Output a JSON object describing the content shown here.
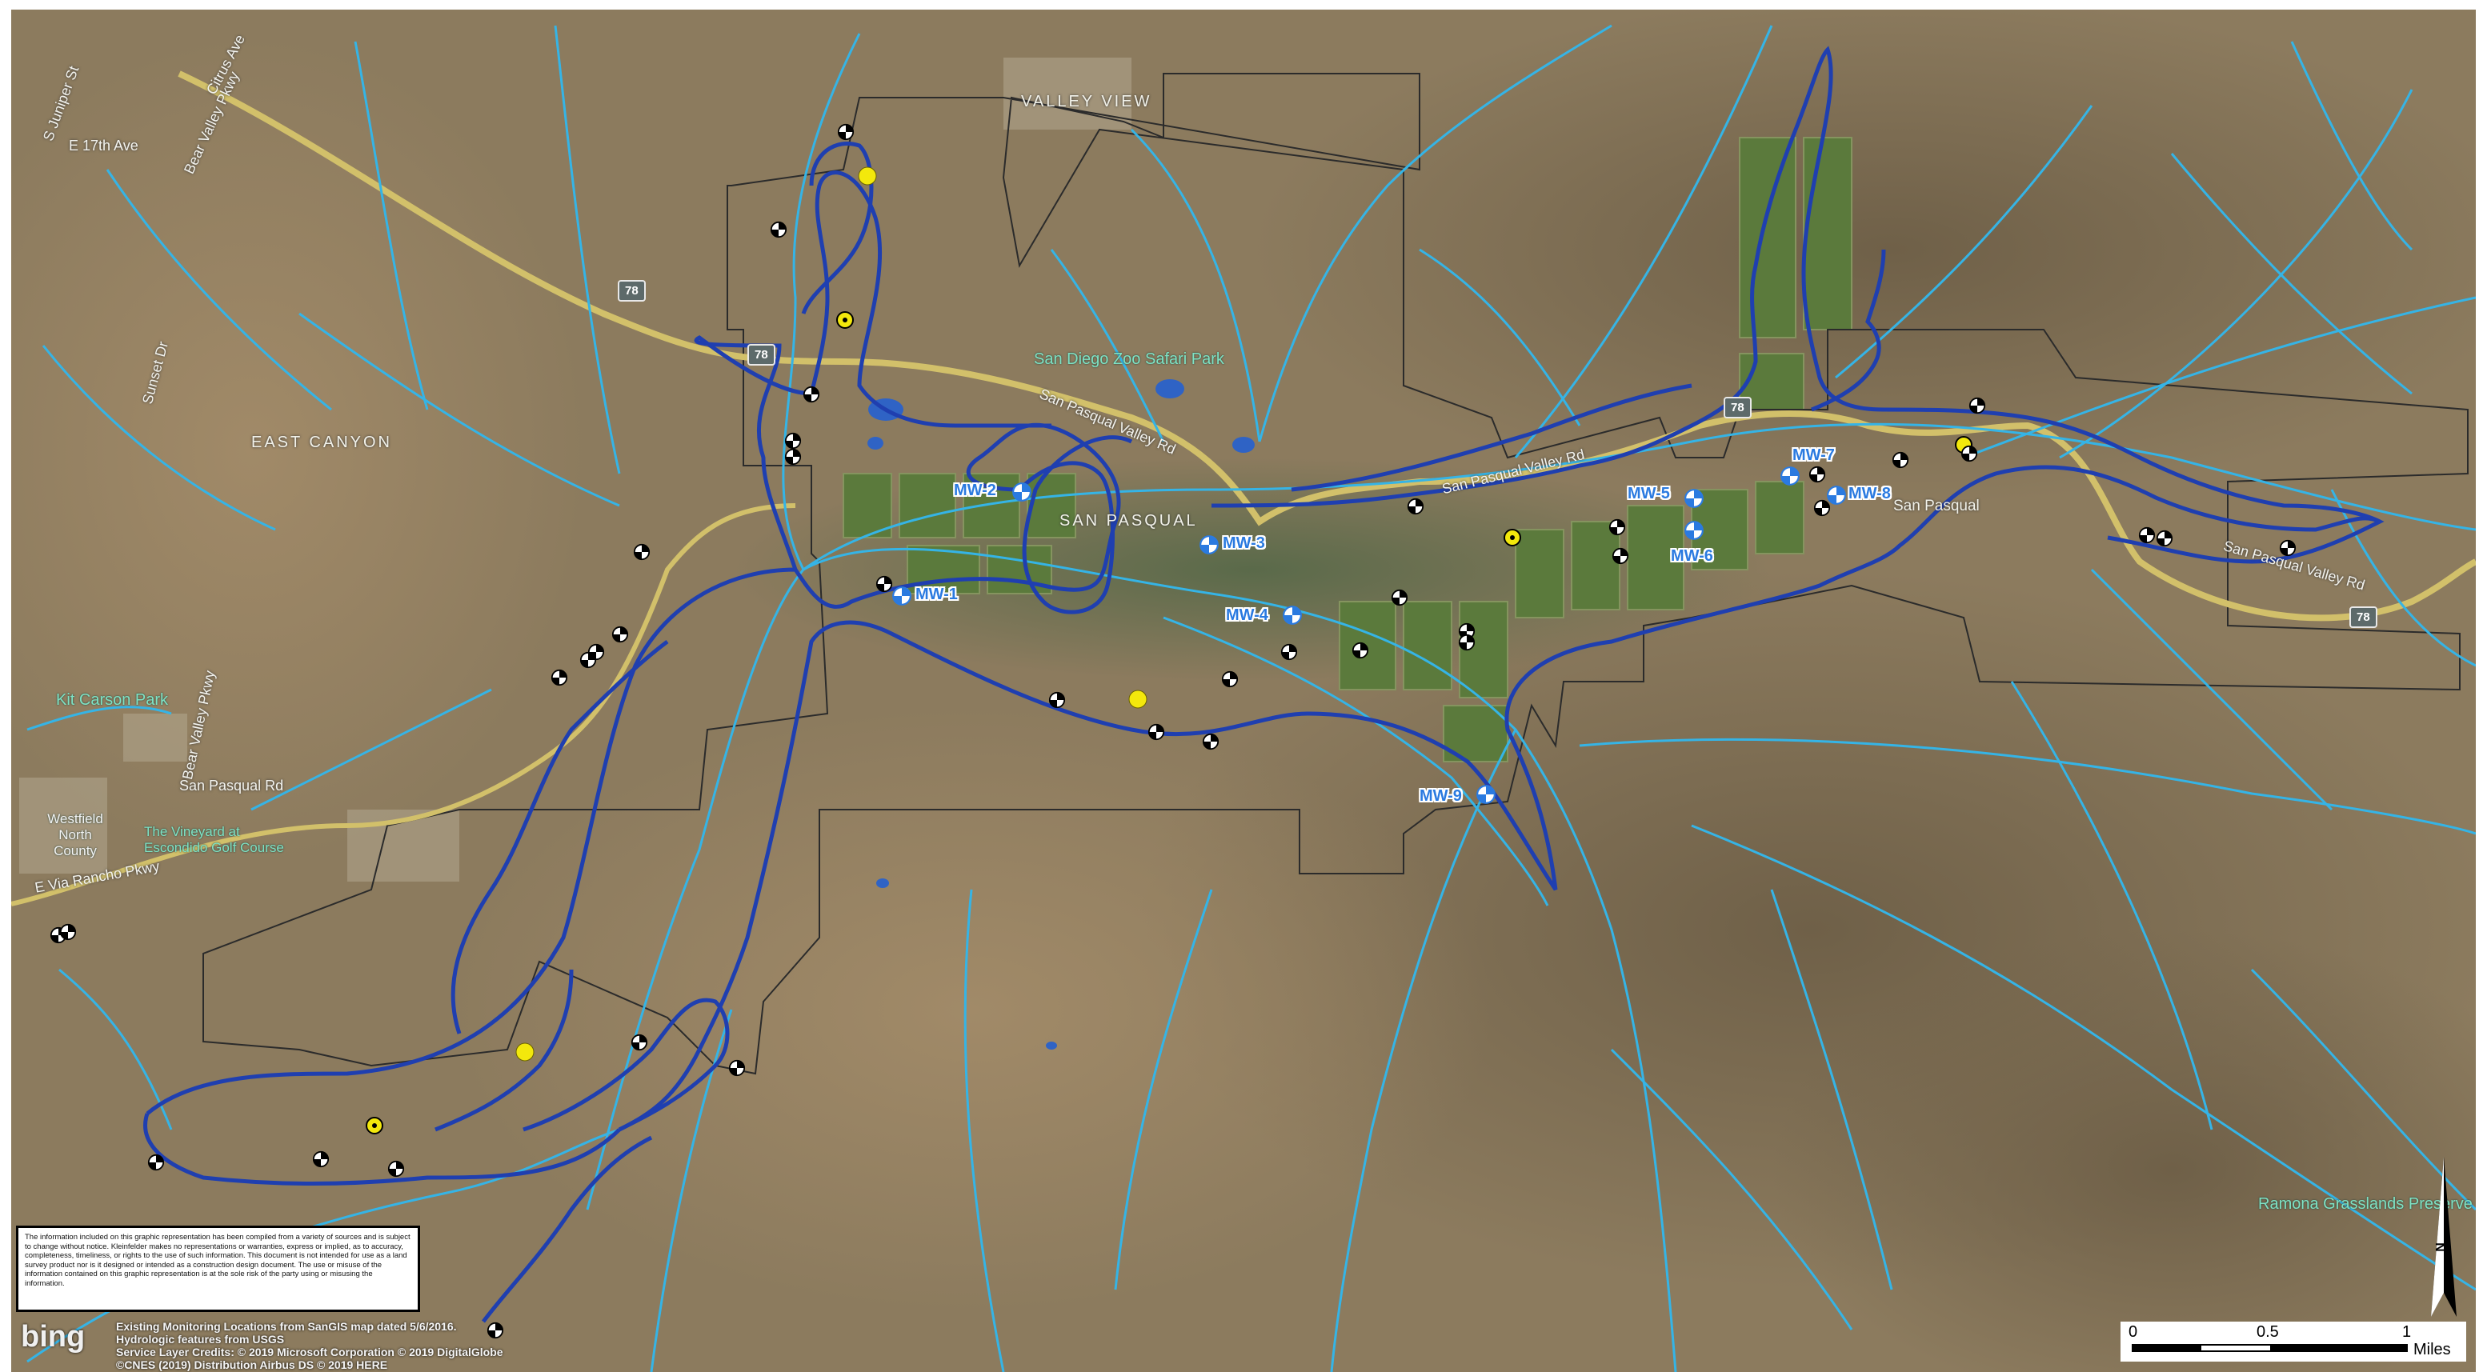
{
  "place_labels": {
    "valley_view": "VALLEY VIEW",
    "east_canyon": "EAST CANYON",
    "san_pasqual_upper": "SAN PASQUAL",
    "san_pasqual_town": "San Pasqual"
  },
  "poi_labels": {
    "safari_park": "San Diego Zoo Safari Park",
    "kit_carson": "Kit Carson Park",
    "westfield": "Westfield North County",
    "vineyard": "The Vineyard at Escondido Golf Course",
    "ramona": "Ramona Grasslands Preserve"
  },
  "road_labels": {
    "e17th": "E 17th Ave",
    "san_pasqual_rd": "San Pasqual Rd",
    "sp_valley_rd_1": "San Pasqual Valley Rd",
    "sp_valley_rd_2": "San Pasqual Valley Rd",
    "sp_valley_rd_3": "San Pasqual Valley Rd",
    "bear_valley": "Bear Valley Pkwy",
    "e_via_rancho": "E Via Rancho Pkwy",
    "juniper": "S Juniper St",
    "sunset": "Sunset Dr",
    "citrus": "Citrus Ave"
  },
  "route_shields": [
    "78",
    "78",
    "78",
    "78"
  ],
  "monitoring_wells": [
    {
      "label": "MW-1"
    },
    {
      "label": "MW-2"
    },
    {
      "label": "MW-3"
    },
    {
      "label": "MW-4"
    },
    {
      "label": "MW-5"
    },
    {
      "label": "MW-6"
    },
    {
      "label": "MW-7"
    },
    {
      "label": "MW-8"
    },
    {
      "label": "MW-9"
    }
  ],
  "disclaimer": "The information included on this graphic representation has been compiled from a variety of sources and is subject to change without notice. Kleinfelder makes no representations or warranties, express or implied, as to accuracy, completeness, timeliness, or rights to the use of such information. This document is not intended for use as a land survey product nor is it designed or intended as a construction design document. The use or misuse of the information contained on this graphic representation is at the sole risk of the party using or misusing the information.",
  "credits": {
    "line1": "Existing Monitoring Locations from SanGIS map dated 5/6/2016.",
    "line2": "Hydrologic features from USGS",
    "line3": "Service Layer Credits: © 2019 Microsoft Corporation © 2019 DigitalGlobe",
    "line4": "©CNES (2019) Distribution Airbus DS © 2019 HERE"
  },
  "bing_logo": "bing",
  "scale": {
    "ticks": [
      "0",
      "0.5",
      "1"
    ],
    "unit": "Miles"
  },
  "north_label": "N",
  "colors": {
    "river": "#35b4e6",
    "floodplain": "#1f3fb0",
    "boundary": "#2b2b2b",
    "highway": "#d2c06a",
    "well_icon": "#2a7ae0",
    "yellow_site": "#f3e80c"
  }
}
